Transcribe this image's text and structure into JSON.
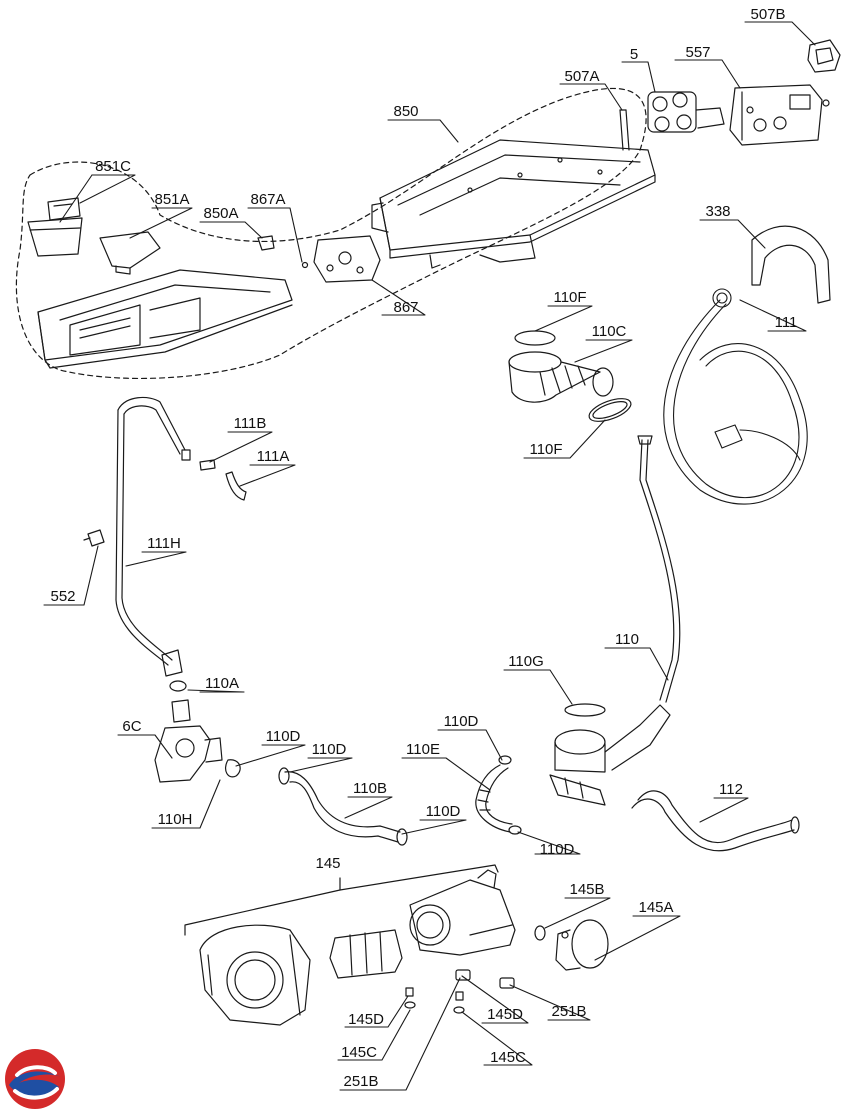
{
  "diagram": {
    "labels": {
      "l_507B": "507B",
      "l_557": "557",
      "l_5": "5",
      "l_507A": "507A",
      "l_850": "850",
      "l_851C": "851C",
      "l_851A": "851A",
      "l_850A": "850A",
      "l_867A": "867A",
      "l_867": "867",
      "l_338": "338",
      "l_111": "111",
      "l_110F_top": "110F",
      "l_110C": "110C",
      "l_110F_bottom": "110F",
      "l_111B": "111B",
      "l_111A": "111A",
      "l_111H": "111H",
      "l_552": "552",
      "l_110": "110",
      "l_110G": "110G",
      "l_110A": "110A",
      "l_6C": "6C",
      "l_110D_a": "110D",
      "l_110H": "110H",
      "l_110D_b": "110D",
      "l_110B": "110B",
      "l_110E": "110E",
      "l_110D_c": "110D",
      "l_110D_d": "110D",
      "l_110D_e": "110D",
      "l_112": "112",
      "l_145": "145",
      "l_145B": "145B",
      "l_145A": "145A",
      "l_145D_a": "145D",
      "l_145D_b": "145D",
      "l_251B_a": "251B",
      "l_145C_a": "145C",
      "l_145C_b": "145C",
      "l_251B_b": "251B"
    }
  },
  "colors": {
    "line": "#1a1a1a",
    "logo_red": "#d42a2a",
    "logo_blue": "#1f4fa3"
  }
}
